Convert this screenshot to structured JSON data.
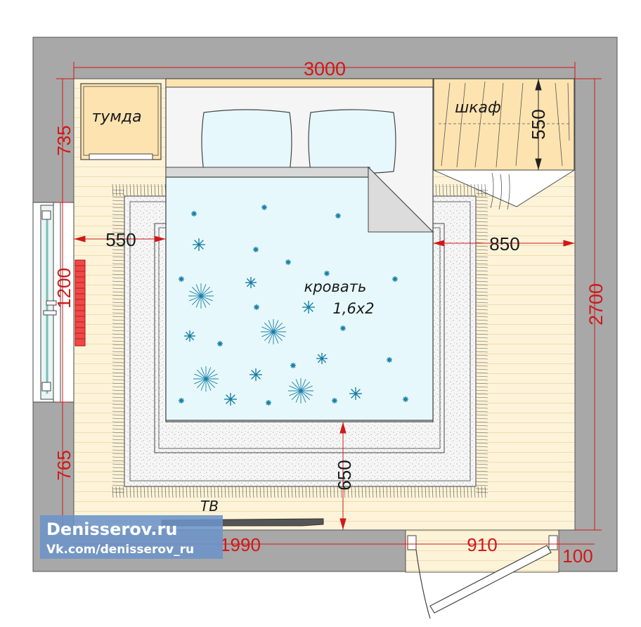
{
  "plan": {
    "dimensions": {
      "width_total": "3000",
      "height_total": "2700",
      "left_top": "735",
      "left_window": "1200",
      "left_bottom": "765",
      "bed_left_gap": "550",
      "bed_right_gap": "850",
      "bed_bottom_gap": "650",
      "wardrobe_depth": "550",
      "bottom_wall_segment": "1990",
      "door_width": "910",
      "door_right_wall": "100"
    },
    "labels": {
      "nightstand": "тумда",
      "wardrobe": "шкаф",
      "bed": "кровать",
      "bed_size": "1,6х2",
      "tv": "ТВ"
    }
  },
  "watermark": {
    "site": "Denisserov.ru",
    "vk": "Vk.com/denisserov_ru"
  },
  "colors": {
    "wall": "#a8a8a8",
    "floor": "#fdf2d4",
    "furniture": "#fde3b0",
    "duvet": "#e6f8fb",
    "snowflake": "#1a7fa8",
    "dimension": "#d01818",
    "watermark_bg": "#6b93c8"
  }
}
